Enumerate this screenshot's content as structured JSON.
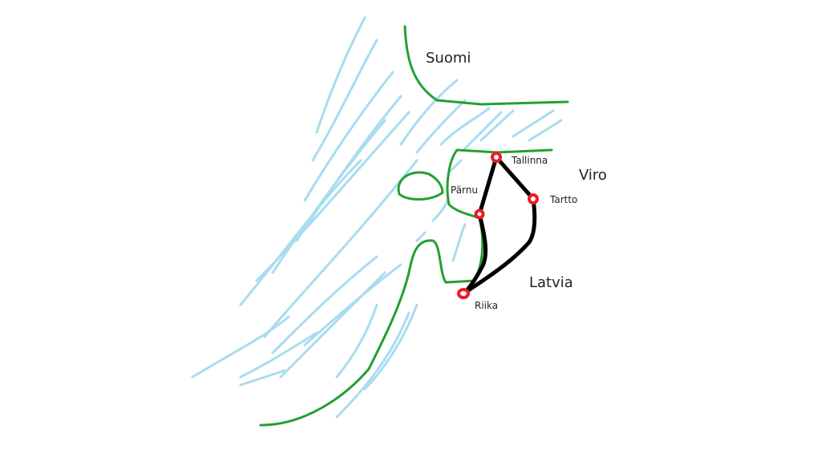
{
  "colors": {
    "water": "#a8dcf0",
    "coast": "#22a033",
    "route": "#000000",
    "city": "#ee1c24"
  },
  "countries": {
    "finland": "Suomi",
    "estonia": "Viro",
    "latvia": "Latvia"
  },
  "cities": {
    "tallinn": "Tallinna",
    "tartu": "Tartto",
    "parnu": "Pärnu",
    "riga": "Riika"
  }
}
